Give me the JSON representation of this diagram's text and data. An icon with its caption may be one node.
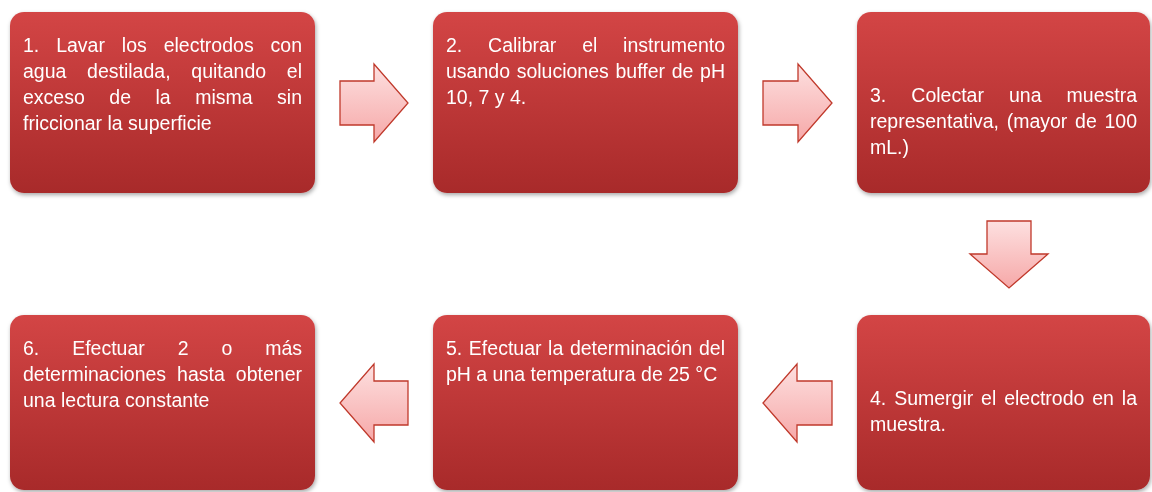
{
  "diagram": {
    "nodes": [
      {
        "text": [
          "1. Lavar los electrodos con agua destilada, quitando el exceso de la misma sin friccionar la superficie"
        ]
      },
      {
        "text": [
          "2. Calibrar el instrumento usando soluciones buffer de pH 10, 7 y 4."
        ]
      },
      {
        "text": [
          "3. Colectar una muestra representativa, (mayor de 100 mL.)"
        ]
      },
      {
        "text": [
          "4. Sumergir el electrodo en la muestra."
        ]
      },
      {
        "text": [
          "5. Efectuar la determinación del pH a una temperatura de 25 °C"
        ]
      },
      {
        "text": [
          "6. Efectuar 2 o más determinaciones hasta obtener una lectura constante"
        ]
      }
    ],
    "edges": [
      {
        "from": 0,
        "to": 1,
        "arrow": "to"
      },
      {
        "from": 1,
        "to": 2,
        "arrow": "to"
      },
      {
        "from": 2,
        "to": 3,
        "arrow": "to"
      },
      {
        "from": 3,
        "to": 4,
        "arrow": "to"
      },
      {
        "from": 4,
        "to": 5,
        "arrow": "to"
      }
    ]
  }
}
